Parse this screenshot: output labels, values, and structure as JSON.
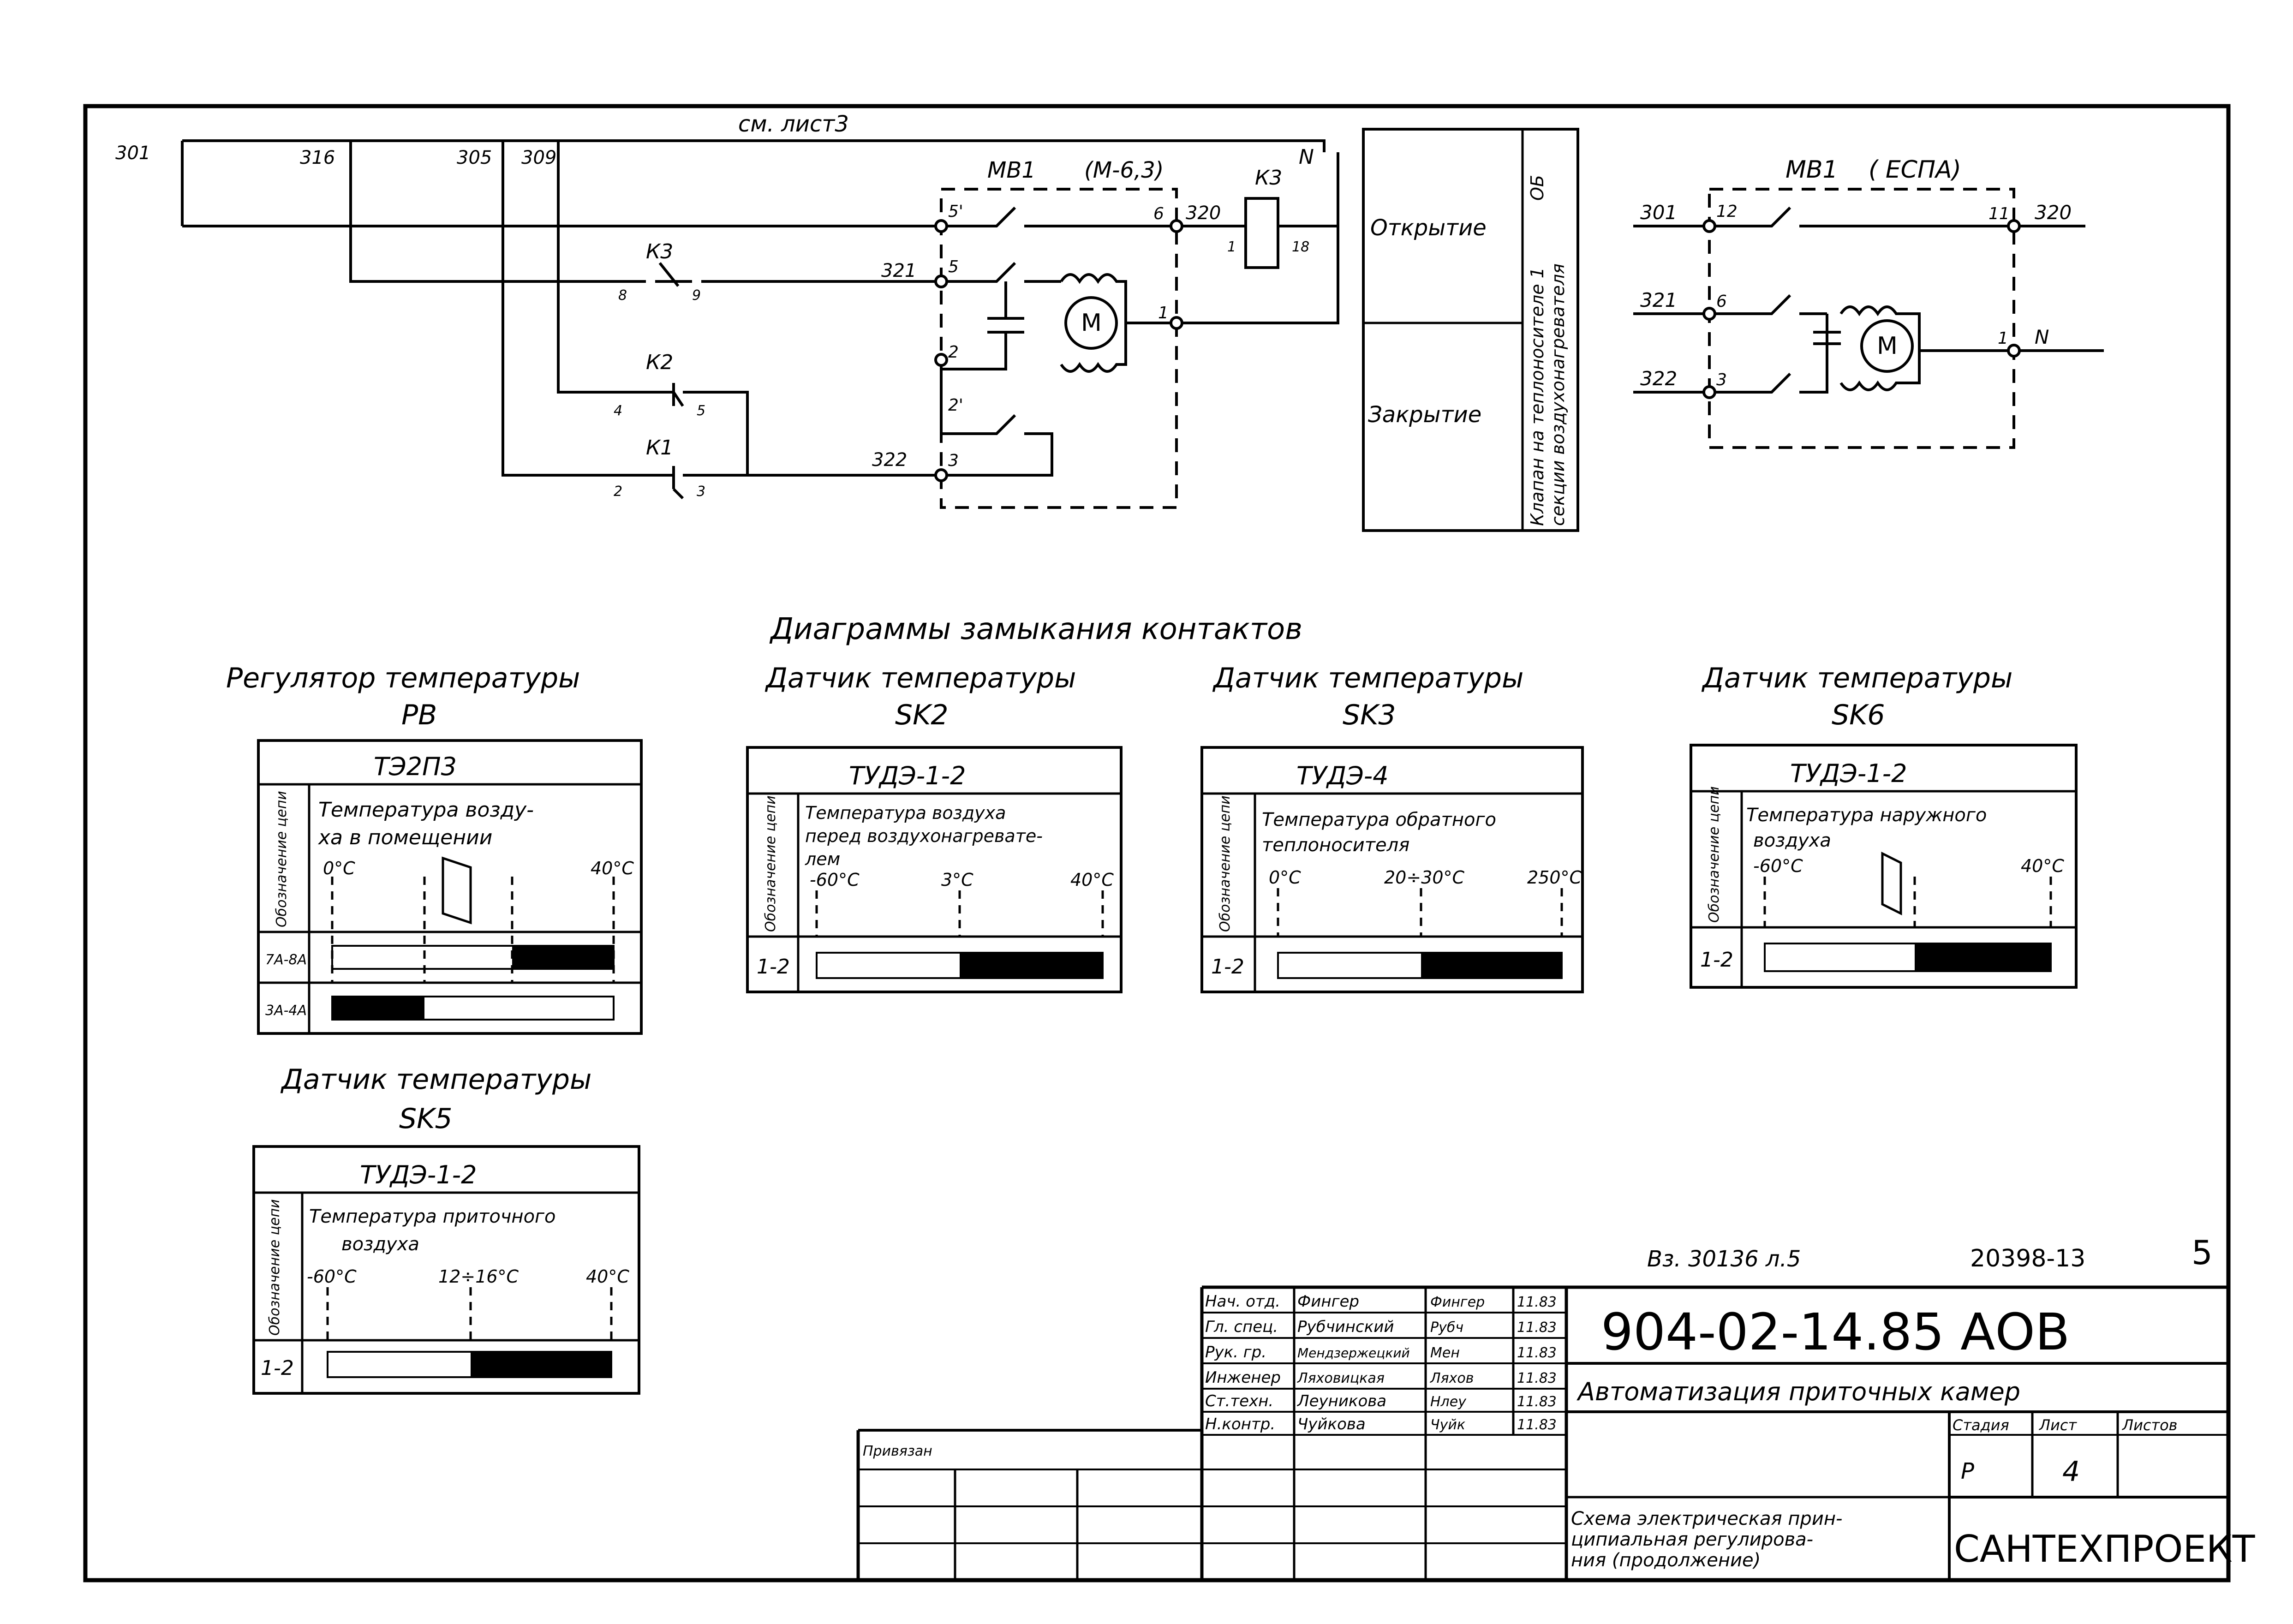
{
  "ref_note": "см. лист3",
  "main_schematic": {
    "wires": [
      "301",
      "316",
      "305",
      "309",
      "320",
      "321",
      "322"
    ],
    "device": "МВ1",
    "device_rating": "(М-6,3)",
    "relay_k3": "К3",
    "relay_k2": "К2",
    "relay_k1": "К1",
    "neutral": "N",
    "contact_nums": [
      "5'",
      "6",
      "5",
      "2",
      "2'",
      "3",
      "1",
      "1",
      "18",
      "8",
      "9",
      "4",
      "5",
      "2",
      "3"
    ],
    "motor": "М"
  },
  "valve_table": {
    "open": "Открытие",
    "close": "Закрытие",
    "side_text": [
      "Клапан на теплоносителе 1",
      "секции воздухонагревателя"
    ],
    "badge": "ОБ"
  },
  "right_schematic": {
    "title": "МВ1",
    "title_paren": "( ЕСПА)",
    "wires_left": [
      "301",
      "321",
      "322"
    ],
    "wires_right": [
      "320",
      "N"
    ],
    "contacts": [
      "12",
      "6",
      "3",
      "11",
      "1"
    ],
    "motor": "М"
  },
  "section_title": "Диаграммы замыкания контактов",
  "diagrams": [
    {
      "title1": "Регулятор температуры",
      "title2": "РВ",
      "model": "ТЭ2П3",
      "side": "Обозначение цепи",
      "desc1": "Температура возду-",
      "desc2": "ха в помещении",
      "desc3": "",
      "ticks": [
        "0°С",
        "40°С"
      ],
      "rows": [
        "7А-8А",
        "3А-4А"
      ]
    },
    {
      "title1": "Датчик температуры",
      "title2": "SK2",
      "model": "ТУДЭ-1-2",
      "side": "Обозначение цепи",
      "desc1": "Температура воздуха",
      "desc2": "перед воздухонагревате-",
      "desc3": "лем",
      "ticks": [
        "-60°С",
        "3°С",
        "40°С"
      ],
      "rows": [
        "1-2"
      ]
    },
    {
      "title1": "Датчик температуры",
      "title2": "SK3",
      "model": "ТУДЭ-4",
      "side": "Обозначение цепи",
      "desc1": "Температура обратного",
      "desc2": "теплоносителя",
      "desc3": "",
      "ticks": [
        "0°С",
        "20÷30°С",
        "250°С"
      ],
      "rows": [
        "1-2"
      ]
    },
    {
      "title1": "Датчик температуры",
      "title2": "SK6",
      "model": "ТУДЭ-1-2",
      "side": "Обозначение цепи",
      "desc1": "Температура наружного",
      "desc2": "воздуха",
      "desc3": "",
      "ticks": [
        "-60°С",
        "40°С"
      ],
      "rows": [
        "1-2"
      ]
    },
    {
      "title1": "Датчик температуры",
      "title2": "SK5",
      "model": "ТУДЭ-1-2",
      "side": "Обозначение цепи",
      "desc1": "Температура приточного",
      "desc2": "воздуха",
      "desc3": "",
      "ticks": [
        "-60°С",
        "12÷16°С",
        "40°С"
      ],
      "rows": [
        "1-2"
      ]
    }
  ],
  "stamp": {
    "inv": "Вз. 30136 л.5",
    "project": "20398-13",
    "sheet_corner": "5",
    "doc_code": "904-02-14.85 АОВ",
    "title": "Автоматизация приточных камер",
    "subtitle": [
      "Схема электрическая прин-",
      "ципиальная регулирова-",
      "ния (продолжение)"
    ],
    "org": "САНТЕХПРОЕКТ",
    "stage_label": "Стадия",
    "sheet_label": "Лист",
    "sheets_label": "Листов",
    "stage": "Р",
    "sheet": "4",
    "linked": "Привязан",
    "roles": [
      "Нач. отд.",
      "Гл. спец.",
      "Рук. гр.",
      "Инженер",
      "Ст.техн.",
      "Н.контр."
    ],
    "names": [
      "Фингер",
      "Рубчинский",
      "Мендзержецкий",
      "Ляховицкая",
      "Леуникова",
      "Чуйкова"
    ],
    "signatures": [
      "Фингер",
      "Рубч",
      "Мен",
      "Ляхов",
      "Нлеу",
      "Чуйк"
    ],
    "dates": [
      "11.83",
      "11.83",
      "11.83",
      "11.83",
      "11.83",
      "11.83"
    ]
  }
}
